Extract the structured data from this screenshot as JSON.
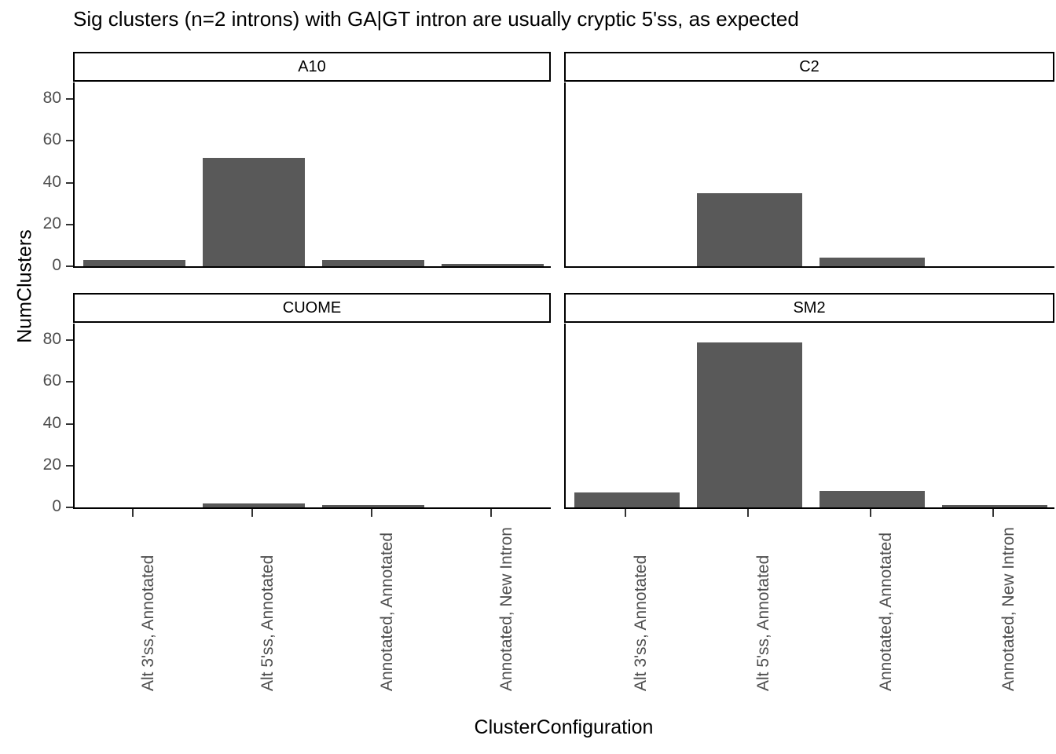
{
  "chart_data": {
    "type": "bar",
    "title": "Sig clusters (n=2 introns) with GA|GT intron are usually cryptic 5'ss, as expected",
    "xlabel": "ClusterConfiguration",
    "ylabel": "NumClusters",
    "ylim": [
      0,
      88
    ],
    "yticks": [
      0,
      20,
      40,
      60,
      80
    ],
    "ytick_labels": [
      "0",
      "20",
      "40",
      "60",
      "80"
    ],
    "grid": false,
    "legend": "none",
    "bar_color": "#595959",
    "categories": [
      "Alt 3'ss, Annotated",
      "Alt 5'ss, Annotated",
      "Annotated, Annotated",
      "Annotated, New Intron"
    ],
    "facet_variable": "Sample",
    "facets": [
      {
        "label": "A10",
        "values": [
          3,
          52,
          3,
          1
        ]
      },
      {
        "label": "C2",
        "values": [
          0,
          35,
          4,
          0
        ]
      },
      {
        "label": "CUOME",
        "values": [
          0,
          2,
          1,
          0
        ]
      },
      {
        "label": "SM2",
        "values": [
          7,
          79,
          8,
          1
        ]
      }
    ]
  }
}
